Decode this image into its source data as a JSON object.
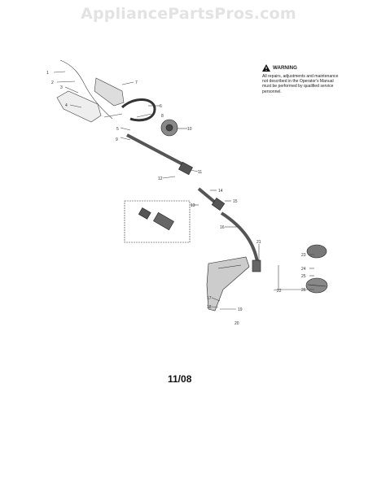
{
  "watermark": "AppliancePartsPros.com",
  "warning": {
    "title": "WARNING",
    "text": "All repairs, adjustments and maintenance not described in the Operator's Manual must be performed by qualified service personnel."
  },
  "date_code": "11/08",
  "callouts": [
    "1",
    "2",
    "3",
    "4",
    "5",
    "6",
    "7",
    "8",
    "9",
    "10",
    "11",
    "12",
    "13",
    "14",
    "15",
    "16",
    "17",
    "18",
    "19",
    "20",
    "21",
    "22",
    "23",
    "24",
    "25",
    "26"
  ]
}
